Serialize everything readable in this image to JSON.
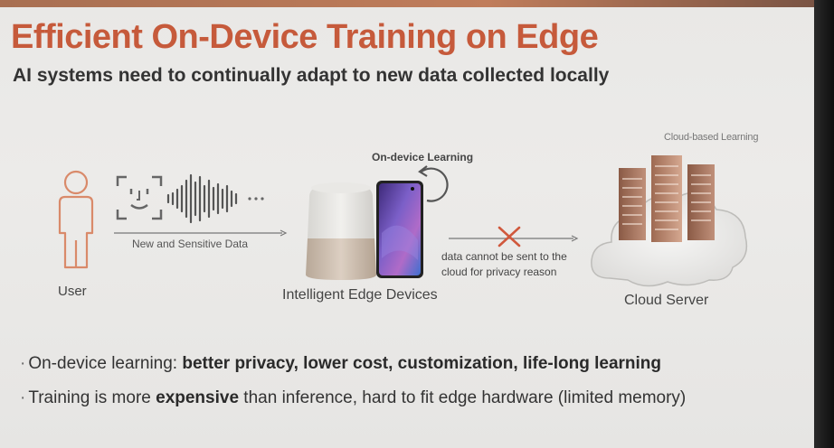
{
  "slide": {
    "title": "Efficient On-Device Training on Edge",
    "subtitle": "AI systems need to continually adapt to new data collected locally"
  },
  "diagram": {
    "user_label": "User",
    "data_label": "New and Sensitive Data",
    "ondevice_label": "On-device Learning",
    "devices_label": "Intelligent Edge Devices",
    "privacy_label": "data cannot be sent to the cloud for privacy reason",
    "cloud_learning_label": "Cloud-based Learning",
    "cloud_label": "Cloud Server"
  },
  "bullets": [
    {
      "marker": "·",
      "plain": "On-device learning: ",
      "bold": "better privacy, lower cost, customization, life-long learning",
      "rest": ""
    },
    {
      "marker": "·",
      "plain": "Training is more ",
      "bold": "expensive",
      "rest": " than inference, hard to fit edge hardware (limited memory)"
    }
  ],
  "colors": {
    "title": "#c65a3b",
    "accent_x": "#d0583c",
    "topbar": "#c07d5b"
  }
}
